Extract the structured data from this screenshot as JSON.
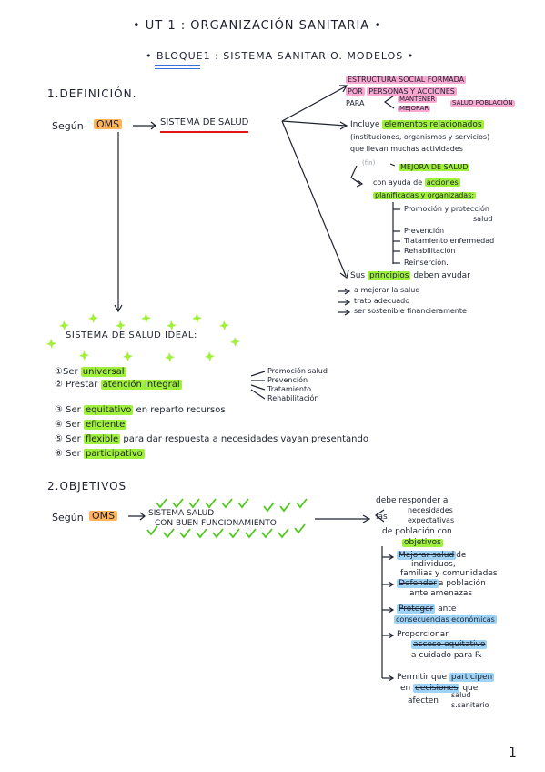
{
  "page_title": "• UT 1 : ORGANIZACIÓN SANITARIA •",
  "block_title": "• BLOQUE1 : SISTEMA SANITARIO. MODELOS •",
  "sec1": {
    "heading": "1.DEFINICIÓN.",
    "segun": "Según",
    "oms": "OMS",
    "sistema": "SISTEMA DE SALUD",
    "estructura_1": "ESTRUCTURA SOCIAL FORMADA",
    "estructura_2a": "POR",
    "estructura_2b": "PERSONAS Y ACCIONES",
    "estructura_3": "PARA",
    "mantener": "MANTENER",
    "mejorar": "MEJORAR",
    "salud_pob": "SALUD POBLACIÓN",
    "incluye_a": "Incluye",
    "incluye_b": "elementos relacionados",
    "incluye_2": "(instituciones, organismos y servicios)",
    "incluye_3": "que llevan muchas actividades",
    "fin": "(fin)",
    "mejora": "MEJORA DE SALUD",
    "ayuda_1a": "con ayuda de",
    "ayuda_1b": "acciones",
    "ayuda_2": "planificadas y organizadas:",
    "acciones": [
      "Promoción y protección",
      "salud",
      "Prevención",
      "Tratamiento enfermedad",
      "Rehabilitación",
      "Reinserción."
    ],
    "principios_a": "Sus",
    "principios_b": "principios",
    "principios_c": "deben ayudar",
    "principios_items": [
      "a mejorar la salud",
      "trato adecuado",
      "ser sostenible financieramente"
    ]
  },
  "ideal": {
    "title": "SISTEMA DE SALUD IDEAL:",
    "n1_pre": "①Ser",
    "n1_hl": "universal",
    "n2_pre": "② Prestar",
    "n2_hl": "atención integral",
    "n2_sub": [
      "Promoción salud",
      "Prevención",
      "Tratamiento",
      "Rehabilitación"
    ],
    "n3_pre": "③ Ser",
    "n3_hl": "equitativo",
    "n3_post": "en reparto recursos",
    "n4_pre": "④ Ser",
    "n4_hl": "eficiente",
    "n5_pre": "⑤ Ser",
    "n5_hl": "flexible",
    "n5_post": "para dar respuesta a necesidades vayan presentando",
    "n6_pre": "⑥ Ser",
    "n6_hl": "participativo"
  },
  "sec2": {
    "heading": "2.OBJETIVOS",
    "segun": "Según",
    "oms": "OMS",
    "sistema_1": "SISTEMA SALUD",
    "sistema_2": "CON BUEN FUNCIONAMIENTO",
    "debe_1": "debe responder a",
    "debe_2": "las",
    "necesidades": "necesidades",
    "expectativas": "expectativas",
    "debe_3": "de población con",
    "objetivos": "objetivos",
    "obj1_a": "Mejorar salud",
    "obj1_b": "de",
    "obj1_c": "individuos,",
    "obj1_d": "familias y comunidades",
    "obj2_a": "Defender",
    "obj2_b": "a población",
    "obj2_c": "ante amenazas",
    "obj3_a": "Proteger",
    "obj3_b": "ante",
    "obj3_c": "consecuencias económicas",
    "obj4_a": "Proporcionar",
    "obj4_b": "acceso equitativo",
    "obj4_c": "a cuidado para ℞",
    "obj5_a": "Permitir que",
    "obj5_b": "participen",
    "obj5_c": "en",
    "obj5_d": "decisiones",
    "obj5_e": "que",
    "obj5_f": "afecten",
    "obj5_g": "salud",
    "obj5_h": "s.sanitario"
  },
  "page_number": "1",
  "colors": {
    "ink": "#1e2230",
    "green": "#9ff03a",
    "pink": "#f7a7d0",
    "orange": "#ffb35a",
    "blue": "#9fd3f5",
    "red": "#e01515"
  }
}
